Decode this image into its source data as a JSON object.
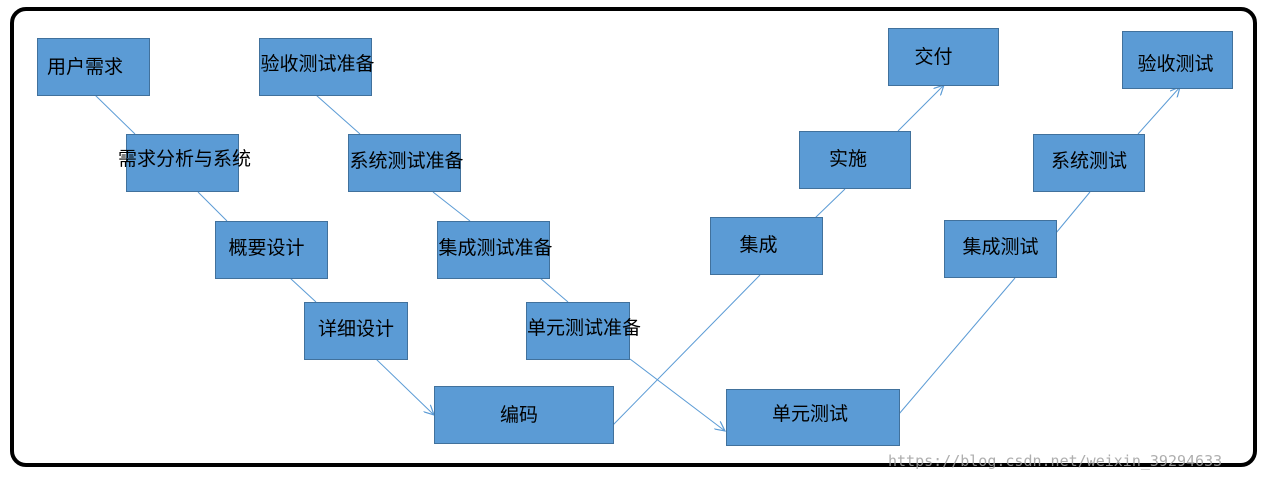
{
  "nodes": {
    "user_requirements": "用户需求",
    "requirements_analysis": "需求分析与系统",
    "high_level_design": "概要设计",
    "detailed_design": "详细设计",
    "acceptance_test_prep": "验收测试准备",
    "system_test_prep": "系统测试准备",
    "integration_test_prep": "集成测试准备",
    "unit_test_prep": "单元测试准备",
    "coding": "编码",
    "integration": "集成",
    "implementation": "实施",
    "delivery": "交付",
    "unit_test": "单元测试",
    "integration_test": "集成测试",
    "system_test": "系统测试",
    "acceptance_test": "验收测试"
  },
  "watermark": "https://blog.csdn.net/weixin_39294633",
  "colors": {
    "node_fill": "#5b9bd5",
    "node_border": "#41719c",
    "edge": "#5b9bd5",
    "frame": "#000000"
  }
}
